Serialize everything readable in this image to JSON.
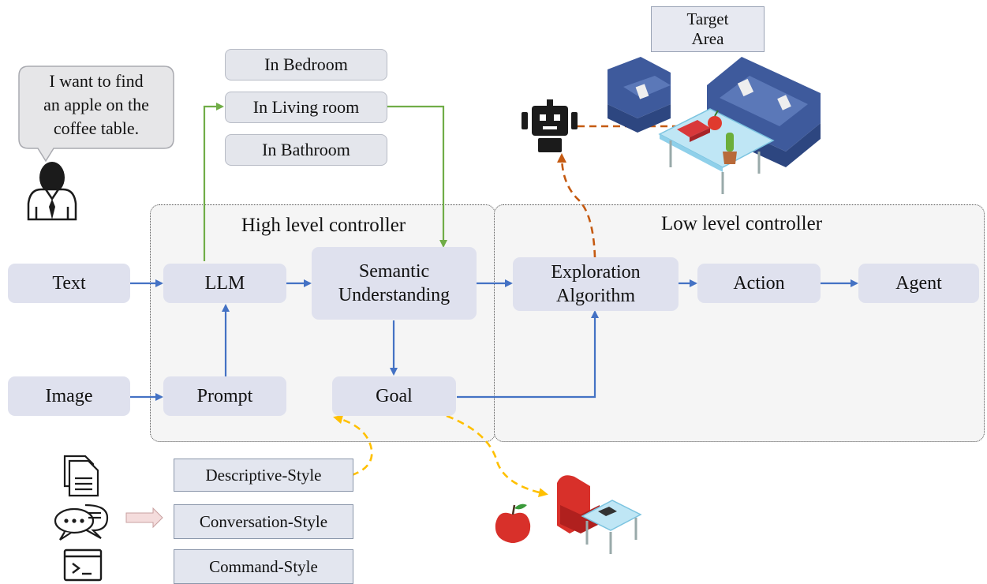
{
  "speech": {
    "lines": [
      "I want to find",
      "an apple on the",
      "coffee table."
    ]
  },
  "rooms": [
    "In Bedroom",
    "In Living room",
    "In Bathroom"
  ],
  "target": {
    "lines": [
      "Target",
      "Area"
    ]
  },
  "regions": {
    "high": "High level controller",
    "low": "Low level controller"
  },
  "nodes": {
    "text": "Text",
    "llm": "LLM",
    "semantic": [
      "Semantic",
      "Understanding"
    ],
    "exploration": [
      "Exploration",
      "Algorithm"
    ],
    "action": "Action",
    "agent": "Agent",
    "image": "Image",
    "prompt": "Prompt",
    "goal": "Goal"
  },
  "styles": [
    "Descriptive-Style",
    "Conversation-Style",
    "Command-Style"
  ],
  "colors": {
    "node_fill": "#dfe1ee",
    "arrow_blue": "#4472c4",
    "arrow_green": "#70ad47",
    "arrow_orange": "#c55a11",
    "arrow_yellow": "#ffc000"
  },
  "icons": [
    "user-icon",
    "speech-bubble-icon",
    "document-icon",
    "chat-icon",
    "terminal-icon",
    "robot-icon",
    "sofa-scene-icon",
    "apple-icon",
    "armchair-scene-icon"
  ]
}
